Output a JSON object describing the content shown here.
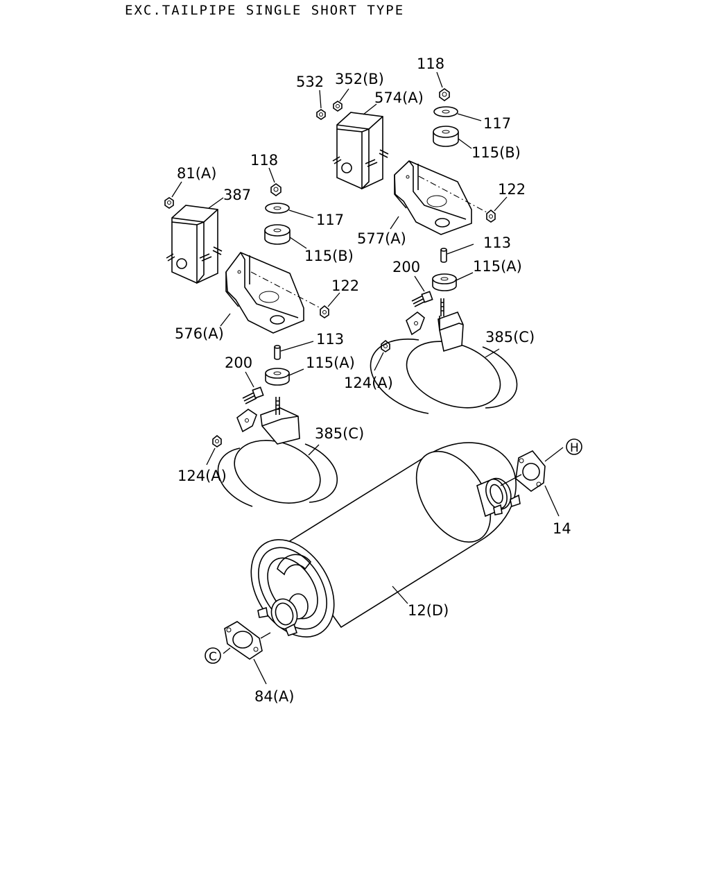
{
  "header": {
    "title": "EXC.TAILPIPE SINGLE SHORT TYPE"
  },
  "callouts": {
    "c532": "532",
    "c352b": "352(B)",
    "c574a": "574(A)",
    "c118_right": "118",
    "c117_right": "117",
    "c115b_right": "115(B)",
    "c122_right": "122",
    "c577a": "577(A)",
    "c113_right": "113",
    "c200_right": "200",
    "c115a_right": "115(A)",
    "c385c_right": "385(C)",
    "c124a_right": "124(A)",
    "c81a": "81(A)",
    "c387": "387",
    "c118_left": "118",
    "c117_left": "117",
    "c115b_left": "115(B)",
    "c122_left": "122",
    "c576a": "576(A)",
    "c113_left": "113",
    "c200_left": "200",
    "c115a_left": "115(A)",
    "c385c_left": "385(C)",
    "c124a_left": "124(A)",
    "c12d": "12(D)",
    "c14": "14",
    "c84a": "84(A)",
    "ref_h": "H",
    "ref_c": "C"
  }
}
